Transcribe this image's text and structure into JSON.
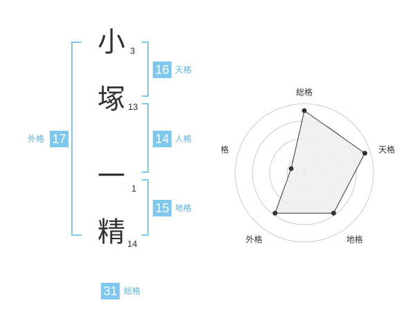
{
  "colors": {
    "accent": "#7ec8ef",
    "text": "#333333",
    "label": "#5fb3e3"
  },
  "name": {
    "chars": [
      {
        "char": "小",
        "strokes": "3"
      },
      {
        "char": "塚",
        "strokes": "13"
      },
      {
        "char": "一",
        "strokes": "1"
      },
      {
        "char": "精",
        "strokes": "14"
      }
    ]
  },
  "kaku": {
    "tenkaku": {
      "value": "16",
      "label": "天格"
    },
    "jinkaku": {
      "value": "14",
      "label": "人格"
    },
    "chikaku": {
      "value": "15",
      "label": "地格"
    },
    "gaikaku": {
      "value": "17",
      "label": "外格"
    },
    "soukaku": {
      "value": "31",
      "label": "総格"
    }
  },
  "chart_data": {
    "type": "radar",
    "axes": [
      "総格",
      "天格",
      "地格",
      "外格",
      "人格"
    ],
    "values": [
      0.9,
      0.92,
      0.72,
      0.72,
      0.2
    ],
    "rings": 4
  }
}
